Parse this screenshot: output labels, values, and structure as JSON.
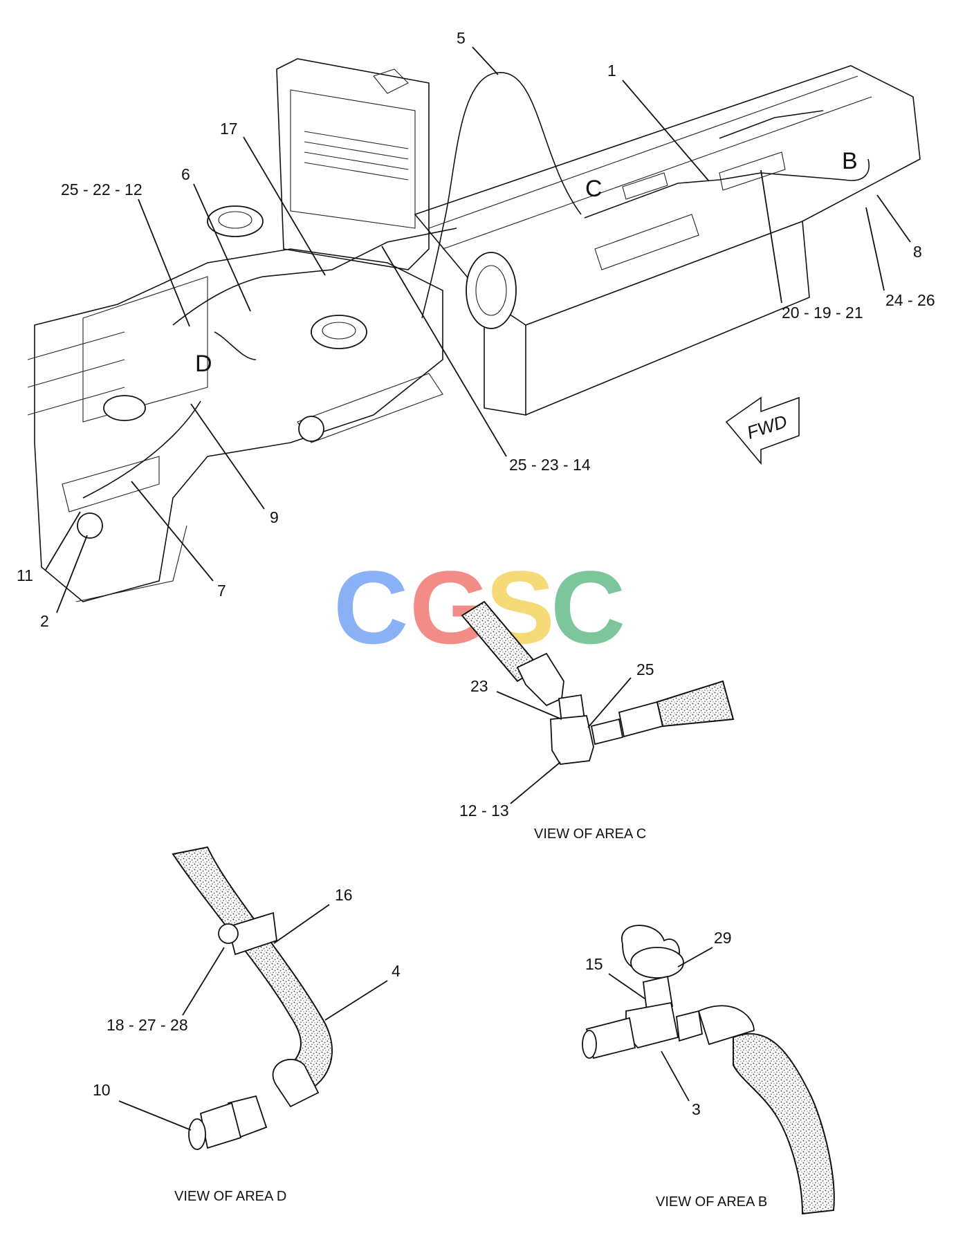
{
  "callouts": {
    "c1": "1",
    "c5": "5",
    "c17": "17",
    "c6": "6",
    "c25_22_12": "25 - 22 - 12",
    "c8": "8",
    "c24_26": "24 - 26",
    "c20_19_21": "20 - 19 - 21",
    "c25_23_14": "25 - 23 - 14",
    "c9": "9",
    "c11": "11",
    "c2": "2",
    "c7": "7",
    "c23": "23",
    "c25": "25",
    "c12_13": "12 - 13",
    "c16": "16",
    "c4": "4",
    "c18_27_28": "18 - 27 - 28",
    "c10": "10",
    "c29": "29",
    "c15": "15",
    "c3": "3"
  },
  "area_letters": {
    "b": "B",
    "c": "C",
    "d": "D"
  },
  "direction": "FWD",
  "captions": {
    "area_c": "VIEW OF AREA C",
    "area_d": "VIEW OF AREA D",
    "area_b": "VIEW OF AREA B"
  },
  "watermark": {
    "letters": [
      "C",
      "G",
      "S",
      "C"
    ],
    "colors": [
      "#7ea8f4",
      "#f0807a",
      "#f6d66a",
      "#6fbf91"
    ]
  }
}
